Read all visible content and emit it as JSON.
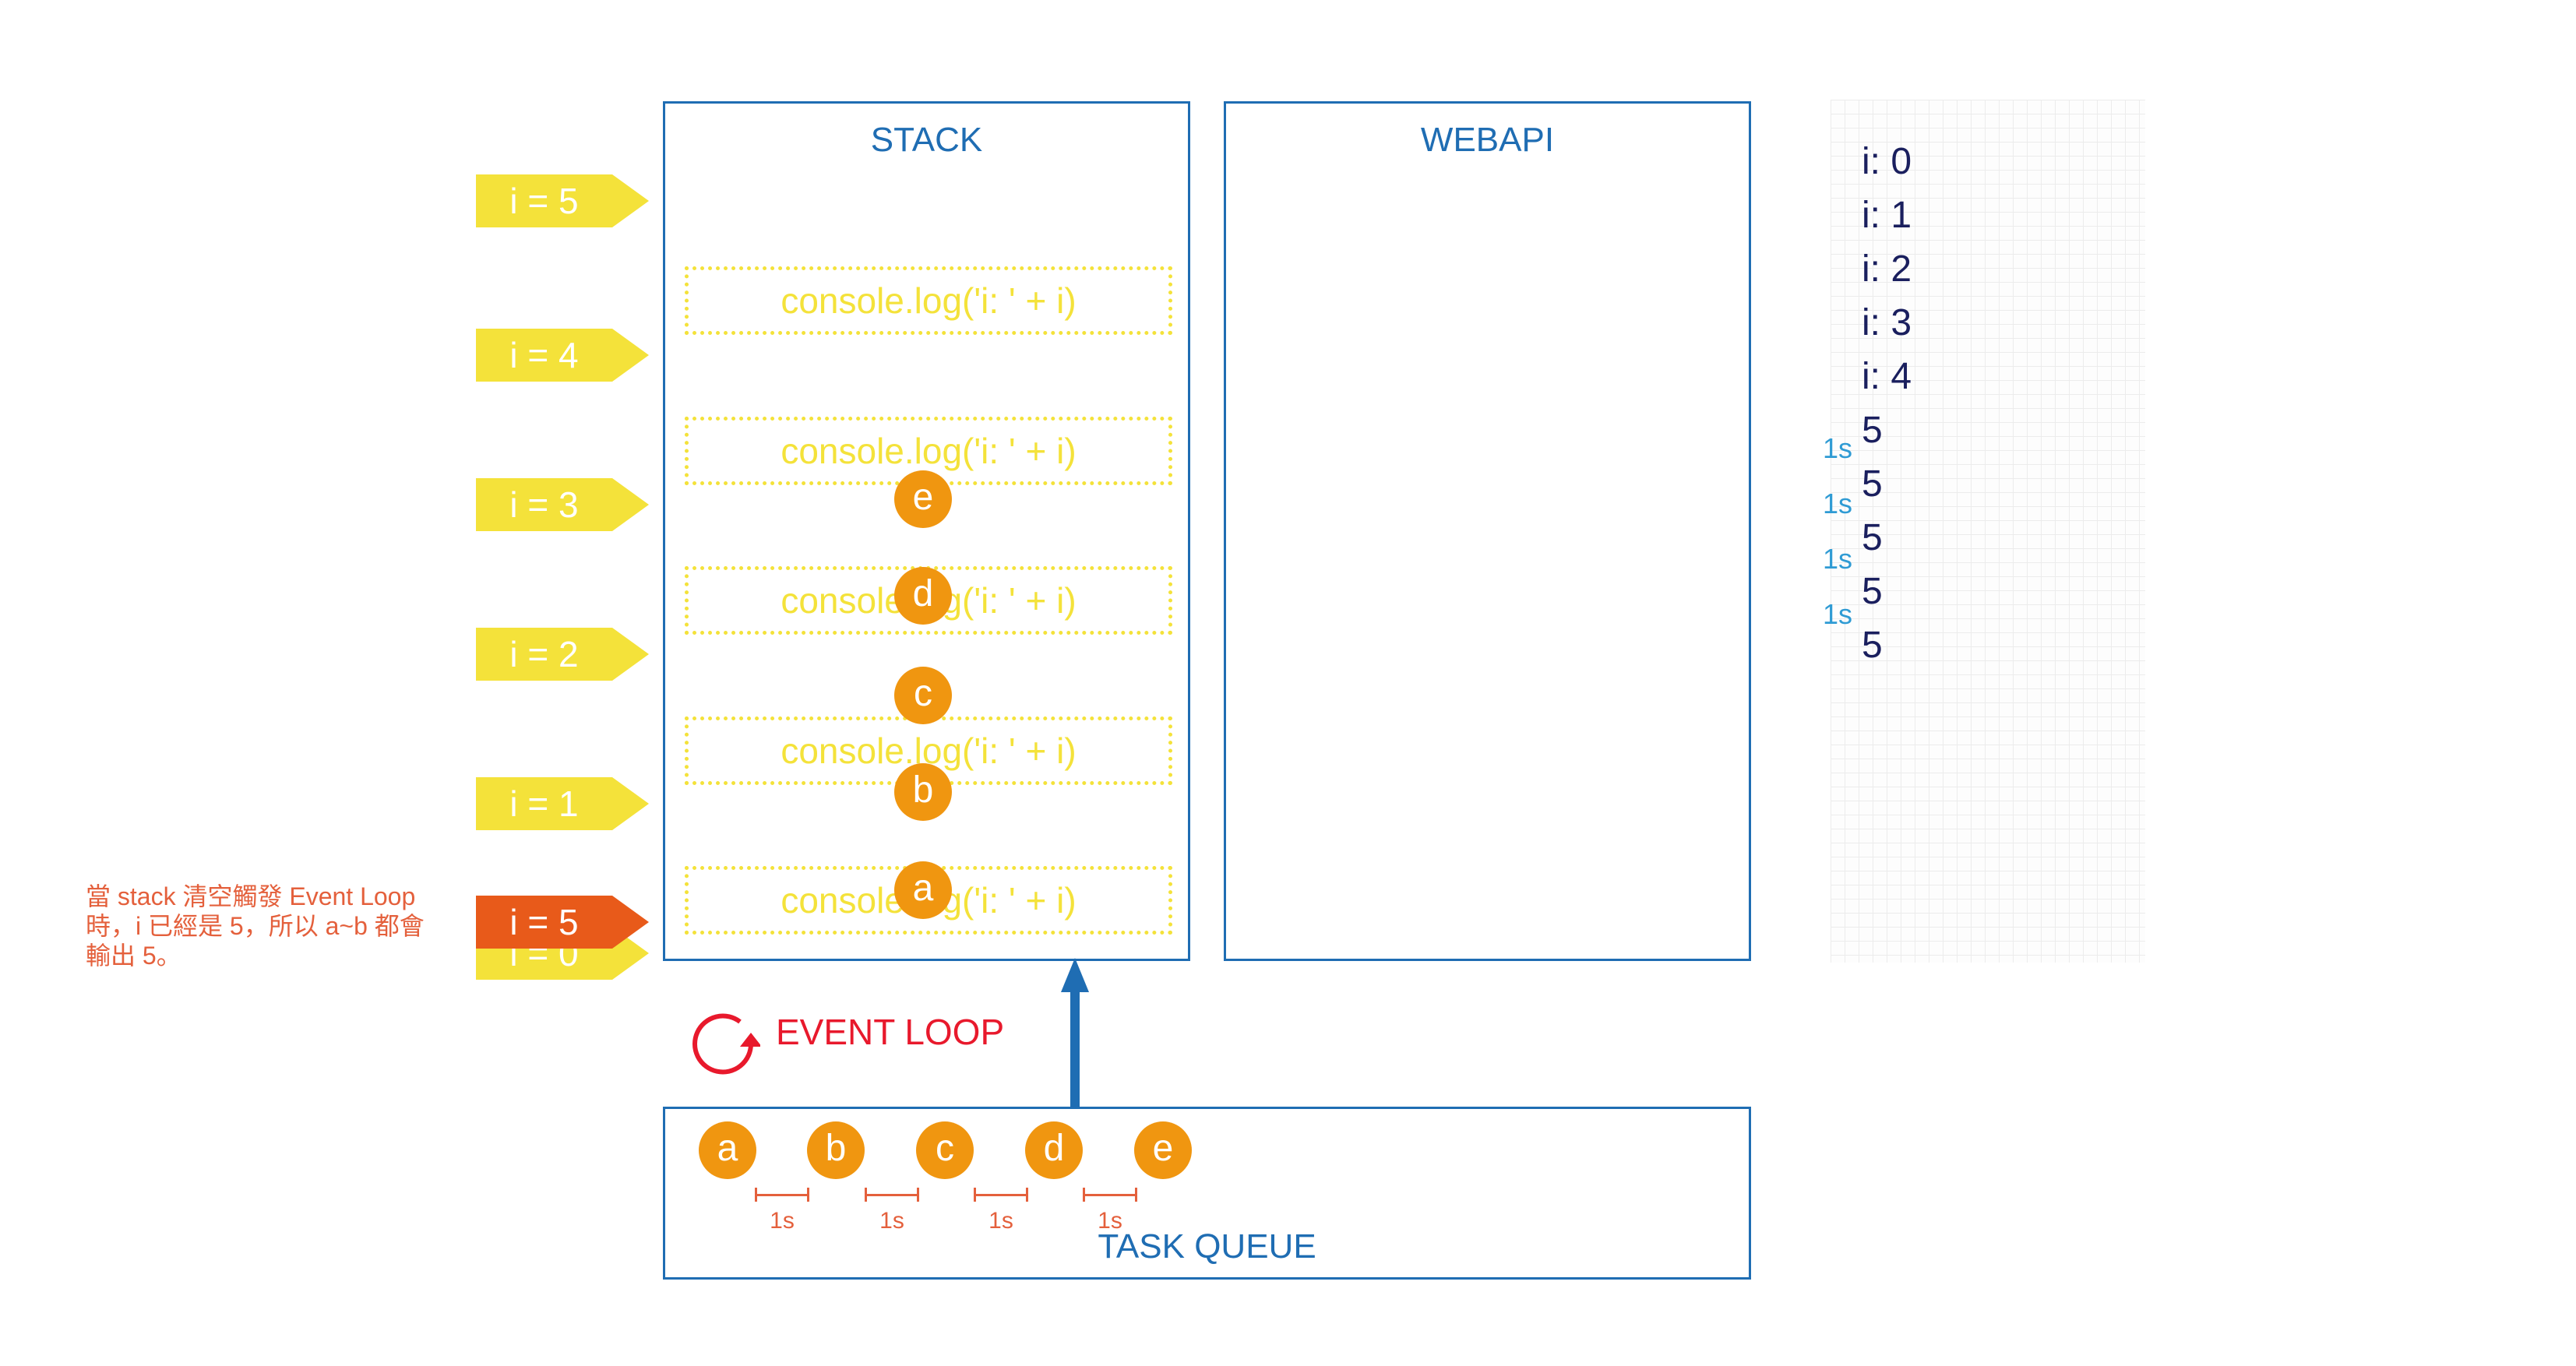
{
  "stack": {
    "title": "STACK"
  },
  "webapi": {
    "title": "WEBAPI"
  },
  "task_queue": {
    "title": "TASK QUEUE",
    "intervals": [
      "1s",
      "1s",
      "1s",
      "1s"
    ]
  },
  "event_loop": {
    "label": "EVENT LOOP"
  },
  "loop_tags": [
    "i = 5",
    "i = 4",
    "i = 3",
    "i = 2",
    "i = 1",
    "i = 0"
  ],
  "current_tag": "i = 5",
  "stack_frames": [
    "console.log('i: ' + i)",
    "console.log('i: ' + i)",
    "console.log('i: ' + i)",
    "console.log('i: ' + i)",
    "console.log('i: ' + i)"
  ],
  "callbacks": [
    "a",
    "b",
    "c",
    "d",
    "e"
  ],
  "note": [
    "當 stack 清空觸發 Event Loop",
    "時，i 已經是 5，所以 a~b 都會",
    "輸出 5。"
  ],
  "console": {
    "lines": [
      "i: 0",
      "i: 1",
      "i: 2",
      "i: 3",
      "i: 4",
      "5",
      "5",
      "5",
      "5",
      "5"
    ],
    "delays": [
      "1s",
      "1s",
      "1s",
      "1s"
    ]
  },
  "colors": {
    "box": "#1f6db3",
    "yellow": "#f4e23a",
    "orange_tag": "#e85a1a",
    "dot": "#f09610",
    "event_loop": "#e8192c",
    "delay": "#2f9bd4"
  }
}
